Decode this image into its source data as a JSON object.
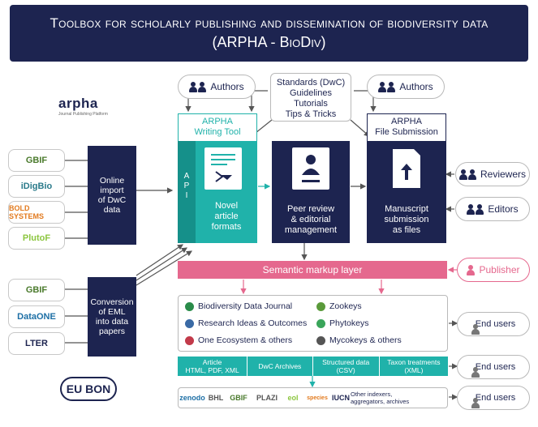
{
  "title": {
    "line1": "Toolbox for scholarly publishing and dissemination of biodiversity data",
    "line2": "(ARPHA - BioDiv)"
  },
  "arpha_logo": {
    "name": "arpha",
    "tagline": "Journal Publishing Platform"
  },
  "top_center": {
    "lines": [
      "Standards (DwC)",
      "Guidelines",
      "Tutorials",
      "Tips & Tricks"
    ]
  },
  "authors_left": "Authors",
  "authors_right": "Authors",
  "writing_tool": {
    "label_line1": "ARPHA",
    "label_line2": "Writing Tool",
    "api": "A\nP\nI",
    "caption": [
      "Novel",
      "article",
      "formats"
    ]
  },
  "peer_review": {
    "caption": [
      "Peer review",
      "& editorial",
      "management"
    ]
  },
  "file_submission": {
    "label_line1": "ARPHA",
    "label_line2": "File Submission",
    "caption": [
      "Manuscript",
      "submission",
      "as files"
    ]
  },
  "reviewers": "Reviewers",
  "editors": "Editors",
  "online_import": {
    "lines": [
      "Online",
      "import",
      "of DwC",
      "data"
    ]
  },
  "conversion": {
    "lines": [
      "Conversion",
      "of EML",
      "into data",
      "papers"
    ]
  },
  "sources_top": [
    {
      "name": "GBIF",
      "color": "#4a7a2c"
    },
    {
      "name": "iDigBio",
      "color": "#2a7a8a"
    },
    {
      "name": "BOLD SYSTEMS",
      "color": "#e27a1e"
    },
    {
      "name": "PlutoF",
      "color": "#8cc63f"
    }
  ],
  "sources_bottom": [
    {
      "name": "GBIF",
      "color": "#4a7a2c"
    },
    {
      "name": "DataONE",
      "color": "#1d6fa5"
    },
    {
      "name": "LTER",
      "color": "#1d2450"
    }
  ],
  "semantic_layer": "Semantic markup layer",
  "publisher": "Publisher",
  "journals_left": [
    {
      "name": "Biodiversity Data Journal",
      "color": "#2a8c4a"
    },
    {
      "name": "Research Ideas & Outcomes",
      "color": "#3a6aa5"
    },
    {
      "name": "One Ecosystem & others",
      "color": "#c23a4a"
    }
  ],
  "journals_right": [
    {
      "name": "Zookeys",
      "color": "#5a9a3a"
    },
    {
      "name": "Phytokeys",
      "color": "#3aa55a"
    },
    {
      "name": "Mycokeys & others",
      "color": "#555555"
    }
  ],
  "formats": [
    {
      "line1": "Article",
      "line2": "HTML, PDF, XML"
    },
    {
      "line1": "DwC Archives",
      "line2": ""
    },
    {
      "line1": "Structured data",
      "line2": "(CSV)"
    },
    {
      "line1": "Taxon treatments",
      "line2": "(XML)"
    }
  ],
  "end_users": [
    "End users",
    "End users",
    "End users"
  ],
  "indexers": [
    "zenodo",
    "BHL",
    "GBIF",
    "PLAZI",
    "eol",
    "species",
    "IUCN"
  ],
  "indexers_other": "Other indexers, aggregators, archives",
  "eu_bon": "EU BON",
  "colors": {
    "navy": "#1d2450",
    "teal": "#20b2aa",
    "pink": "#e5688e"
  }
}
